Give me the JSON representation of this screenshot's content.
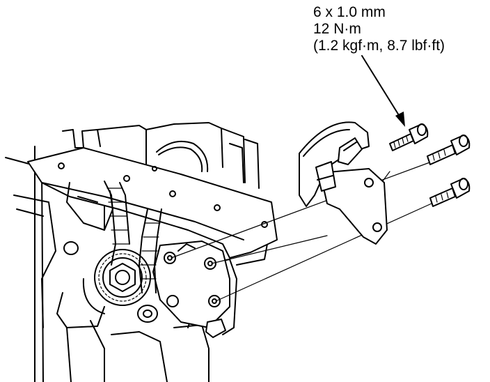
{
  "spec": {
    "size": "6 x 1.0 mm",
    "torque_nm": "12 N·m",
    "torque_alt": "(1.2 kgf·m, 8.7 lbf·ft)"
  }
}
